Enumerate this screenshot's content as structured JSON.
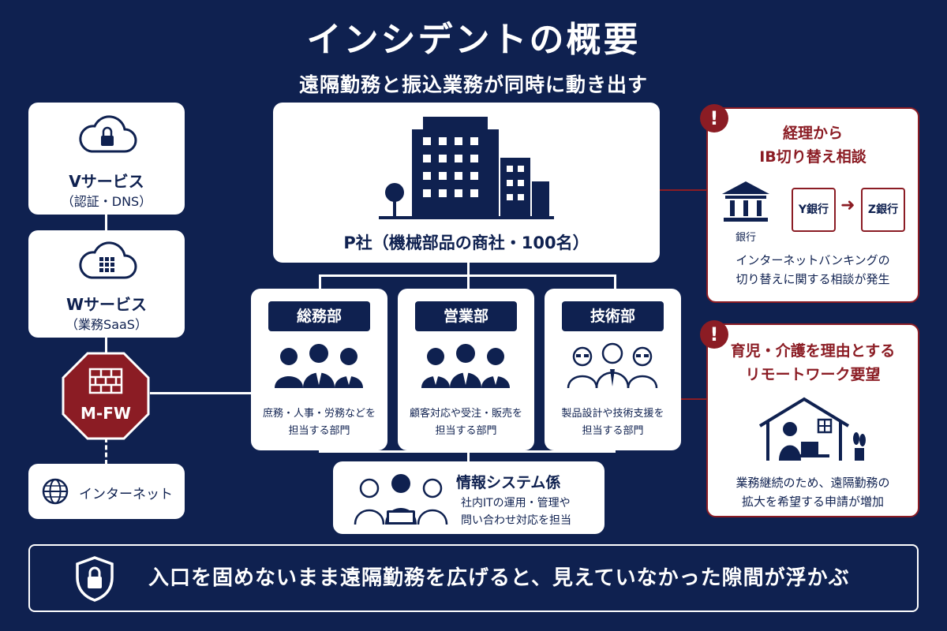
{
  "header": {
    "title": "インシデントの概要",
    "subtitle": "遠隔勤務と振込業務が同時に動き出す"
  },
  "services": [
    {
      "name": "Vサービス",
      "sub": "（認証・DNS）",
      "icon": "cloud-lock-icon"
    },
    {
      "name": "Wサービス",
      "sub": "（業務SaaS）",
      "icon": "cloud-grid-icon"
    }
  ],
  "firewall": {
    "label": "M-FW",
    "icon": "brick-wall-icon"
  },
  "internet": {
    "label": "インターネット",
    "icon": "globe-icon"
  },
  "company": {
    "label": "P社（機械部品の商社・100名）",
    "icon": "building-icon"
  },
  "departments": [
    {
      "name": "総務部",
      "desc1": "庶務・人事・労務などを",
      "desc2": "担当する部門"
    },
    {
      "name": "営業部",
      "desc1": "顧客対応や受注・販売を",
      "desc2": "担当する部門"
    },
    {
      "name": "技術部",
      "desc1": "製品設計や技術支援を",
      "desc2": "担当する部門"
    }
  ],
  "info_sys": {
    "name": "情報システム係",
    "desc1": "社内ITの運用・管理や",
    "desc2": "問い合わせ対応を担当"
  },
  "alerts": [
    {
      "title1": "経理から",
      "title2": "IB切り替え相談",
      "bank_label": "銀行",
      "from_bank": "Y銀行",
      "to_bank": "Z銀行",
      "desc1": "インターネットバンキングの",
      "desc2": "切り替えに関する相談が発生"
    },
    {
      "title1": "育児・介護を理由とする",
      "title2": "リモートワーク要望",
      "desc1": "業務継続のため、遠隔勤務の",
      "desc2": "拡大を希望する申請が増加"
    }
  ],
  "banner": {
    "text": "入口を固めないまま遠隔勤務を広げると、見えていなかった隙間が浮かぶ",
    "icon": "shield-lock-icon"
  },
  "colors": {
    "navy": "#0f2150",
    "red": "#8b1c24",
    "white": "#ffffff"
  }
}
